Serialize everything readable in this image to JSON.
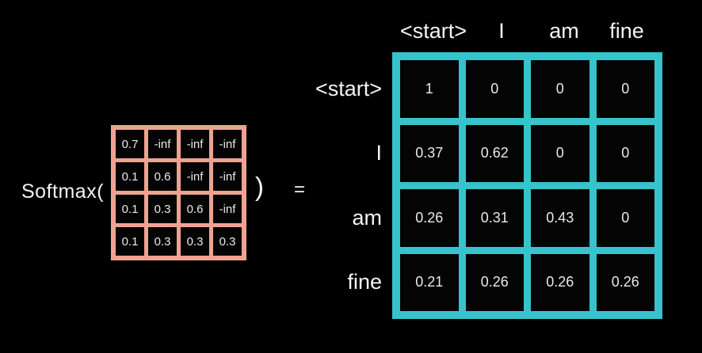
{
  "colors": {
    "background": "#000000",
    "input_matrix_border": "#efa292",
    "output_matrix_border": "#36c3cb",
    "text": "#f2f2f2"
  },
  "equation": {
    "softmax_open": "Softmax(",
    "close_paren": ")",
    "equals": "="
  },
  "input_matrix": {
    "rows": [
      [
        "0.7",
        "-inf",
        "-inf",
        "-inf"
      ],
      [
        "0.1",
        "0.6",
        "-inf",
        "-inf"
      ],
      [
        "0.1",
        "0.3",
        "0.6",
        "-inf"
      ],
      [
        "0.1",
        "0.3",
        "0.3",
        "0.3"
      ]
    ]
  },
  "output_matrix": {
    "column_headers": [
      "<start>",
      "I",
      "am",
      "fine"
    ],
    "row_headers": [
      "<start>",
      "I",
      "am",
      "fine"
    ],
    "rows": [
      [
        "1",
        "0",
        "0",
        "0"
      ],
      [
        "0.37",
        "0.62",
        "0",
        "0"
      ],
      [
        "0.26",
        "0.31",
        "0.43",
        "0"
      ],
      [
        "0.21",
        "0.26",
        "0.26",
        "0.26"
      ]
    ]
  }
}
